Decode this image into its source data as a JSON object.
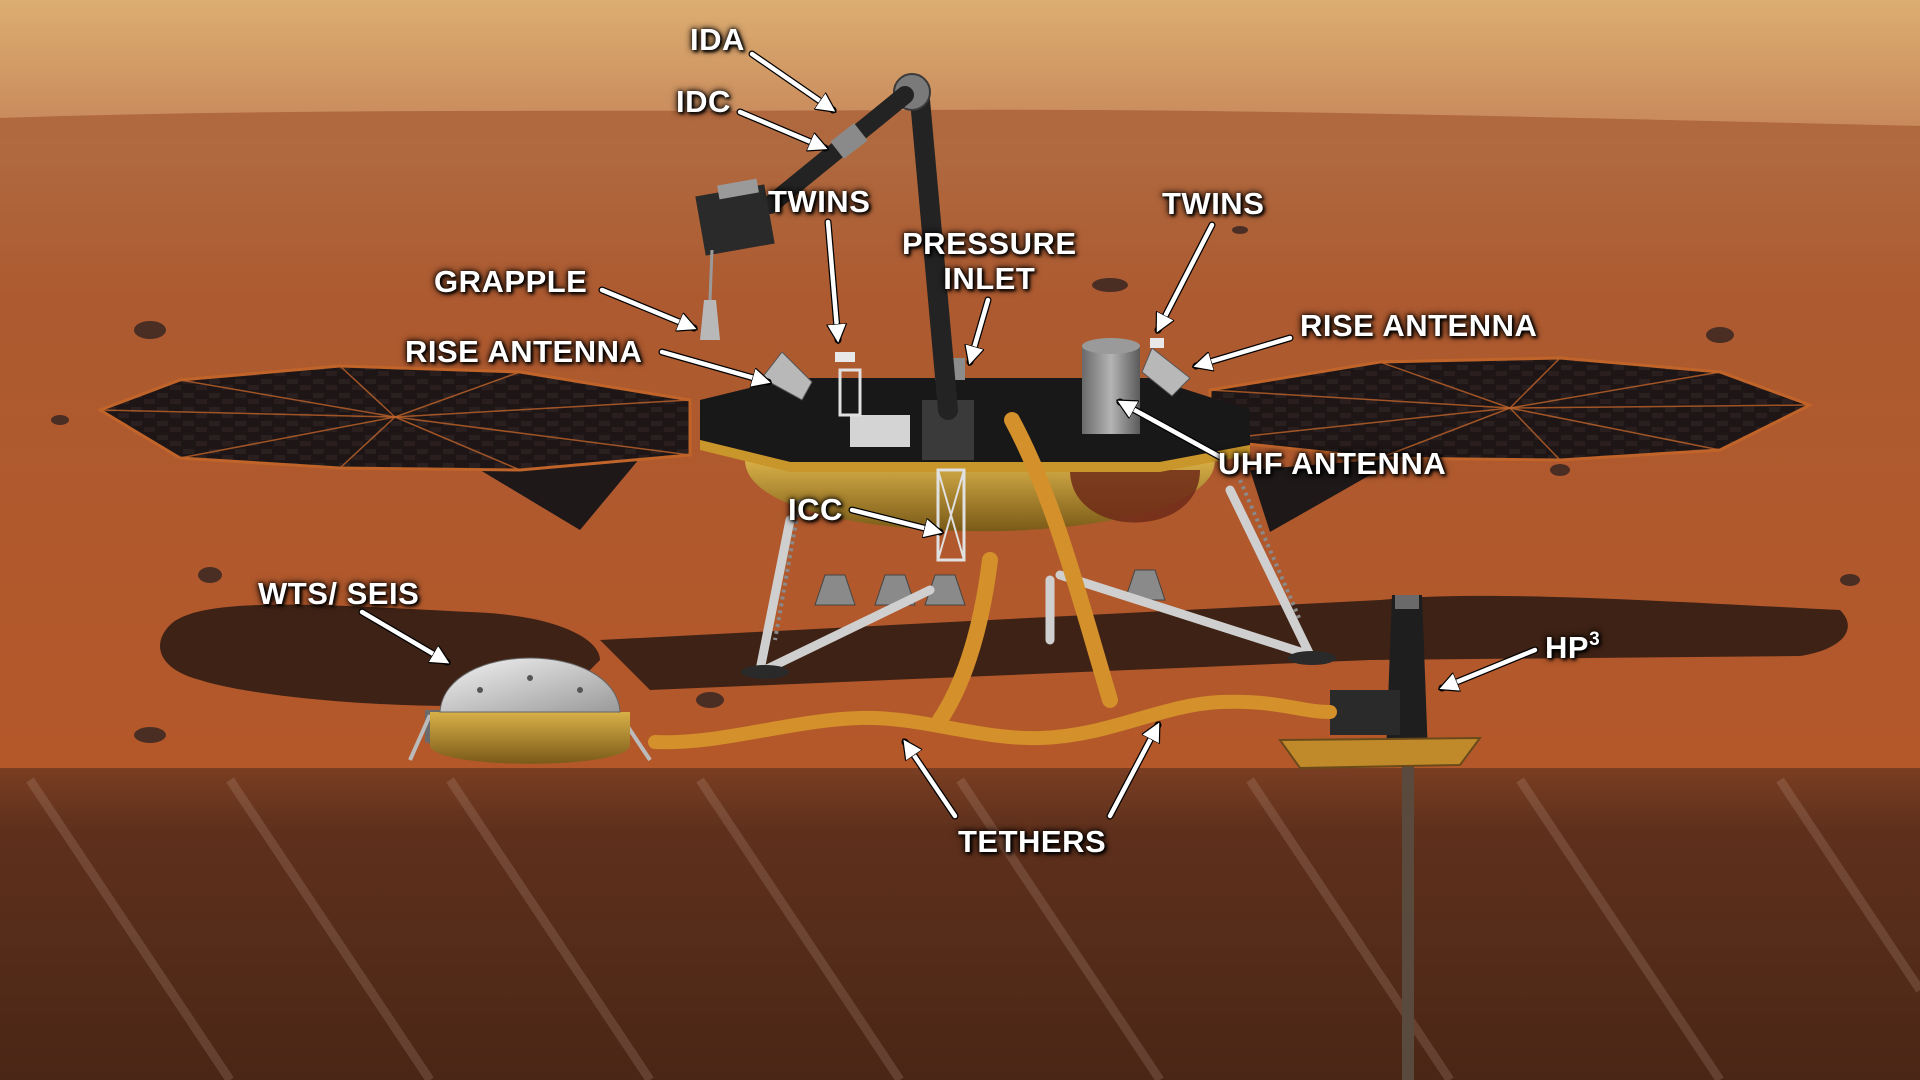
{
  "labels": {
    "ida": "IDA",
    "idc": "IDC",
    "twins_left": "TWINS",
    "twins_right": "TWINS",
    "pressure_line1": "PRESSURE",
    "pressure_line2": "INLET",
    "grapple": "GRAPPLE",
    "rise_left": "RISE ANTENNA",
    "rise_right": "RISE ANTENNA",
    "uhf": "UHF ANTENNA",
    "icc": "ICC",
    "wts_seis": "WTS/ SEIS",
    "hp_base": "HP",
    "hp_sup": "3",
    "tethers": "TETHERS"
  },
  "colors": {
    "sky_top": "#dcae72",
    "sky_horizon": "#c8885a",
    "ground": "#b0582c",
    "subsurface": "#5a2e1c",
    "solar_panel": "#1e1616",
    "solar_trim": "#c0642a",
    "deck_black": "#181818",
    "gold_foil": "#b8902c",
    "tether": "#d4902a",
    "label_text": "#ffffff"
  },
  "icons": [
    "solar-panel-icon",
    "lander-deck-icon",
    "robotic-arm-icon",
    "seismometer-dome-icon",
    "heat-probe-icon",
    "tether-icon",
    "arrow-icon"
  ]
}
